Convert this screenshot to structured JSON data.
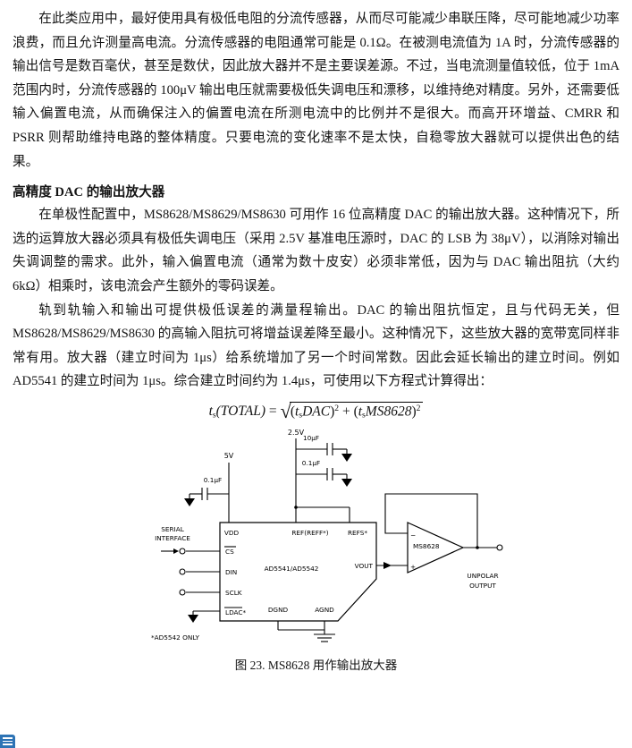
{
  "colors": {
    "page_bg": "#ffffff",
    "text": "#141414",
    "widget_blue": "#2e74b5"
  },
  "page": {
    "paragraph1": "在此类应用中，最好使用具有极低电阻的分流传感器，从而尽可能减少串联压降，尽可能地减少功率浪费，而且允许测量高电流。分流传感器的电阻通常可能是 0.1Ω。在被测电流值为 1A 时，分流传感器的输出信号是数百毫伏，甚至是数伏，因此放大器并不是主要误差源。不过，当电流测量值较低，位于 1mA 范围内时，分流传感器的 100μV 输出电压就需要极低失调电压和漂移，以维持绝对精度。另外，还需要低输入偏置电流，从而确保注入的偏置电流在所测电流中的比例并不是很大。而高开环增益、CMRR 和 PSRR 则帮助维持电路的整体精度。只要电流的变化速率不是太快，自稳零放大器就可以提供出色的结果。",
    "heading": "高精度 DAC 的输出放大器",
    "paragraph2": "在单极性配置中，MS8628/MS8629/MS8630 可用作 16 位高精度 DAC 的输出放大器。这种情况下，所选的运算放大器必须具有极低失调电压（采用 2.5V 基准电压源时，DAC 的 LSB 为 38μV），以消除对输出失调调整的需求。此外，输入偏置电流（通常为数十皮安）必须非常低，因为与 DAC 输出阻抗（大约 6kΩ）相乘时，该电流会产生额外的零码误差。",
    "paragraph3": "轨到轨输入和输出可提供极低误差的满量程输出。DAC 的输出阻抗恒定，且与代码无关，但 MS8628/MS8629/MS8630 的高输入阻抗可将增益误差降至最小。这种情况下，这些放大器的宽带宽同样非常有用。放大器（建立时间为 1μs）给系统增加了另一个时间常数。因此会延长输出的建立时间。例如 AD5541 的建立时间为 1μs。综合建立时间约为 1.4μs，可使用以下方程式计算得出：",
    "caption": "图 23. MS8628 用作输出放大器"
  },
  "formula": {
    "var": "t",
    "sub": "s",
    "arg": "(TOTAL)",
    "equals": "=",
    "radical": "√",
    "open": "(",
    "close": ")",
    "exp": "2",
    "plus": "+",
    "name1": "DAC",
    "name2": "MS8628"
  },
  "diagram": {
    "supply_2v5": "2.5V",
    "cap_10uf": "10μF",
    "cap_01uf_ref": "0.1μF",
    "supply_5v": "5V",
    "cap_01uf_vdd": "0.1μF",
    "serial_line1": "SERIAL",
    "serial_line2": "INTERFACE",
    "pin_vdd": "VDD",
    "pin_ref": "REF(REFF*)",
    "pin_refs": "REFS*",
    "pin_cs": "CS",
    "pin_din": "DIN",
    "pin_sclk": "SCLK",
    "pin_ldac": "LDAC*",
    "chip": "AD5541/AD5542",
    "pin_vout": "VOUT",
    "pin_dgnd": "DGND",
    "pin_agnd": "AGND",
    "opamp": "MS8628",
    "plus": "+",
    "minus": "−",
    "out_line1": "UNPOLAR",
    "out_line2": "OUTPUT",
    "note": "*AD5542 ONLY"
  }
}
